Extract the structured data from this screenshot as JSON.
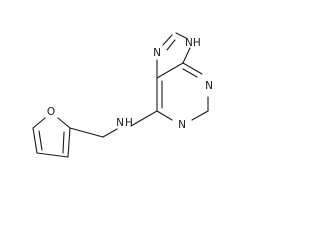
{
  "molecule": {
    "atoms": {
      "n7": "N",
      "nh9": "NH",
      "n3": "N",
      "n1": "N",
      "n_amine_n": "N",
      "n_amine_h": "H",
      "o_furan": "O"
    },
    "colors": {
      "bond": "#1a1a1a",
      "label": "#1a1a1a",
      "background": "#ffffff"
    }
  }
}
